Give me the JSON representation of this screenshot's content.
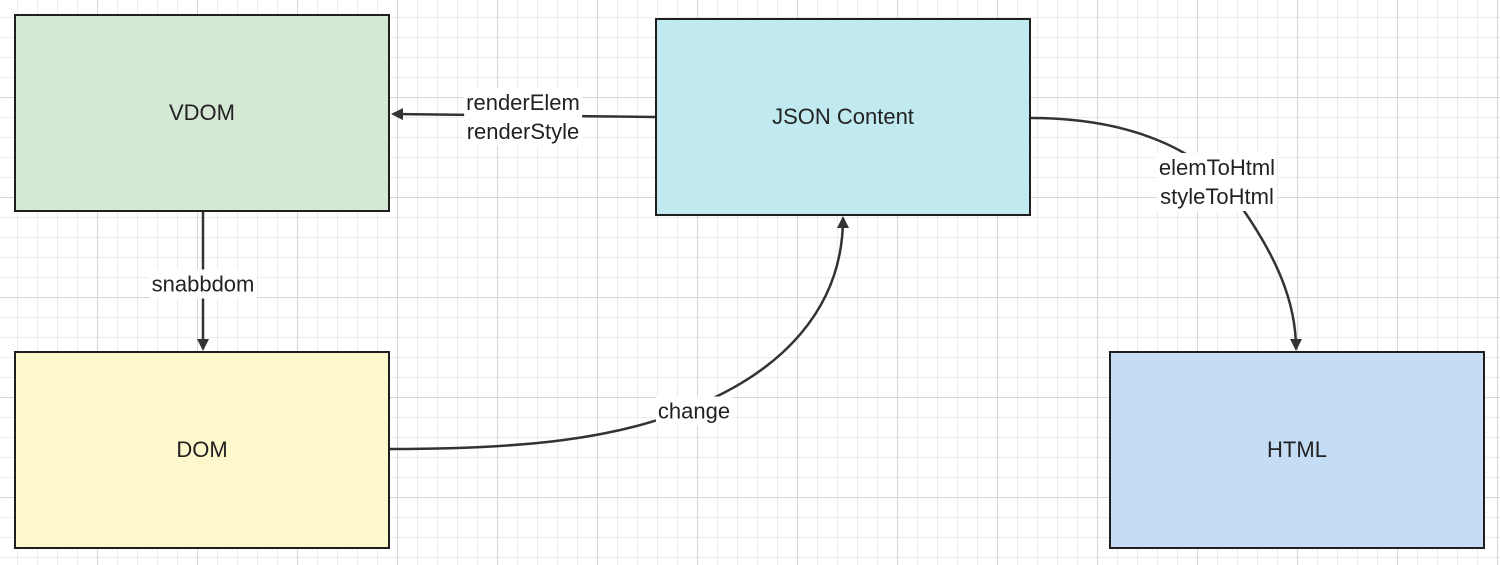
{
  "nodes": {
    "vdom": {
      "label": "VDOM",
      "fill": "#d5e8d4"
    },
    "json": {
      "label": "JSON Content",
      "fill": "#c0eaf0"
    },
    "dom": {
      "label": "DOM",
      "fill": "#fdf8cc"
    },
    "html": {
      "label": "HTML",
      "fill": "#c4ddf5"
    }
  },
  "edges": {
    "json_to_vdom": {
      "lines": [
        "renderElem",
        "renderStyle"
      ]
    },
    "vdom_to_dom": {
      "label": "snabbdom"
    },
    "dom_to_json": {
      "label": "change"
    },
    "json_to_html": {
      "lines": [
        "elemToHtml",
        "styleToHtml"
      ]
    }
  },
  "colors": {
    "stroke": "#333333",
    "border": "#1f1f1f"
  }
}
